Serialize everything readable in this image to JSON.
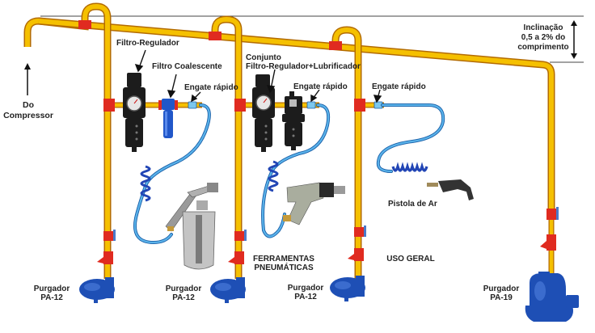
{
  "colors": {
    "pipe": "#f5c000",
    "pipe_edge": "#b36b00",
    "fitting": "#e02b20",
    "hose": "#5ab3ea",
    "drain_trap": "#1e4fb5",
    "filter_body": "#1c1c1c",
    "coalescent_filter": "#2157c9"
  },
  "labels": {
    "from_compressor": [
      "Do",
      "Compressor"
    ],
    "slope_note": [
      "Inclinação",
      "0,5 a 2% do",
      "comprimento"
    ],
    "filter_regulator": "Filtro-Regulador",
    "coalescent_filter": "Filtro Coalescente",
    "quick_coupling_1": "Engate rápido",
    "assembly": [
      "Conjunto",
      "Filtro-Regulador+Lubrificador"
    ],
    "quick_coupling_2": "Engate rápido",
    "quick_coupling_3": "Engate rápido",
    "air_gun": "Pistola de Ar",
    "pneumatic_tools": [
      "FERRAMENTAS",
      "PNEUMÁTICAS"
    ],
    "general_use": "USO GERAL"
  },
  "drains": [
    {
      "name": "Purgador",
      "model": "PA-12"
    },
    {
      "name": "Purgador",
      "model": "PA-12"
    },
    {
      "name": "Purgador",
      "model": "PA-12"
    },
    {
      "name": "Purgador",
      "model": "PA-19"
    }
  ],
  "icons": {
    "arrow_up": "arrow-up-icon",
    "double_arrow": "double-arrow-vertical-icon"
  }
}
